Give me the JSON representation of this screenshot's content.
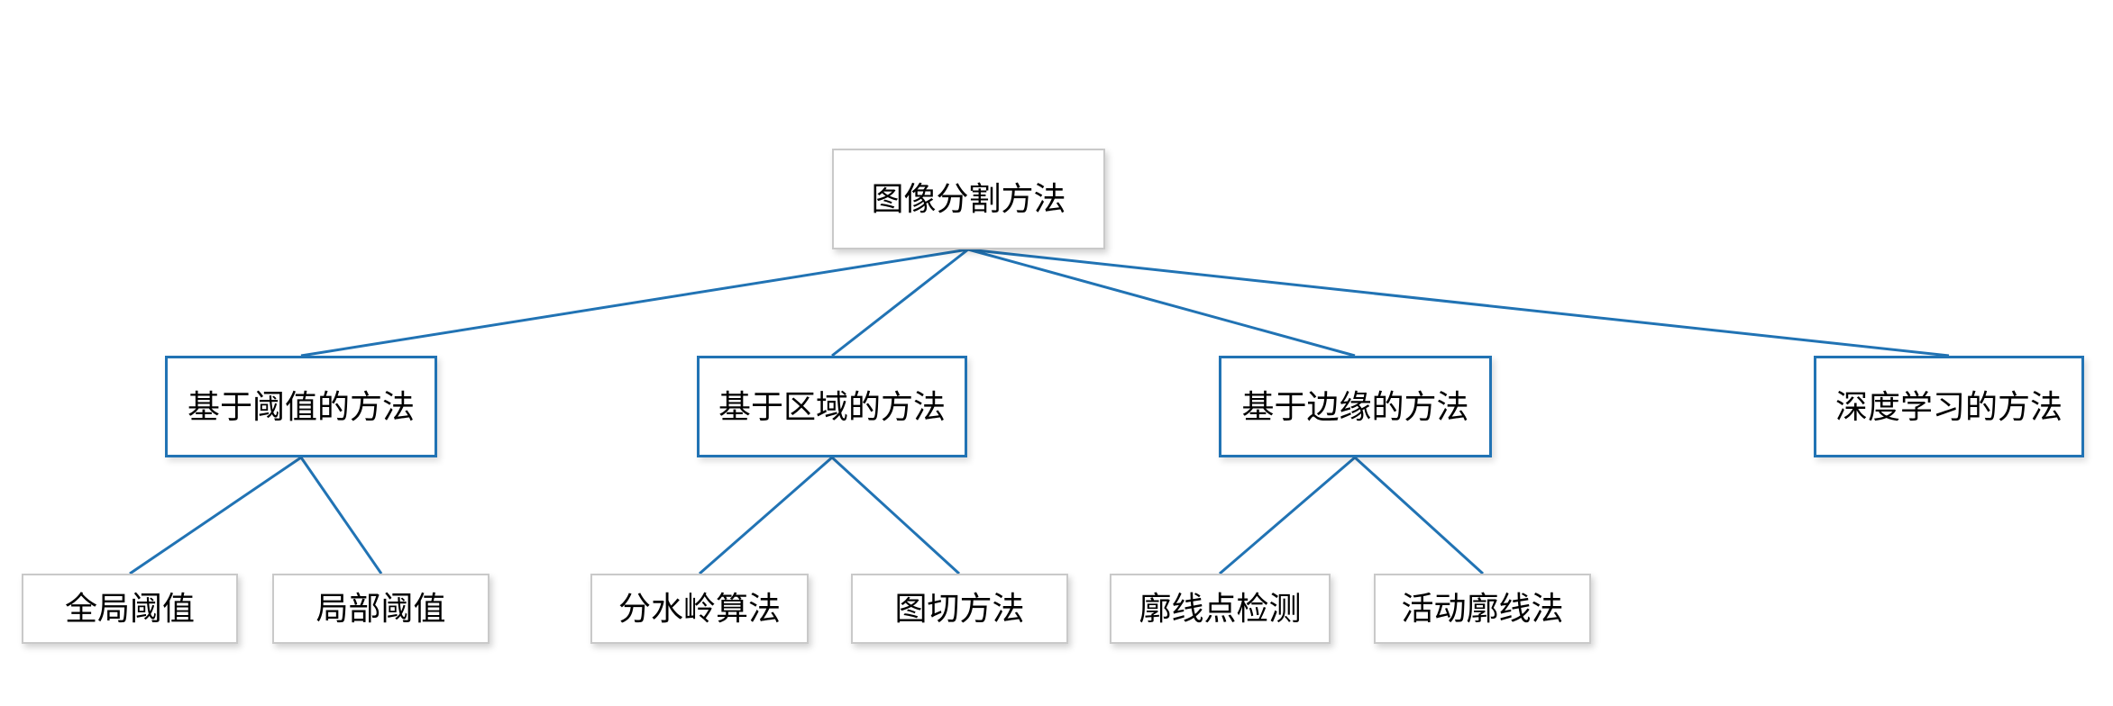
{
  "diagram": {
    "type": "tree",
    "tree": {
      "root": {
        "label": "图像分割方法",
        "children": [
          {
            "label": "基于阈值的方法",
            "children": [
              {
                "label": "全局阈值"
              },
              {
                "label": "局部阈值"
              }
            ]
          },
          {
            "label": "基于区域的方法",
            "children": [
              {
                "label": "分水岭算法"
              },
              {
                "label": "图切方法"
              }
            ]
          },
          {
            "label": "基于边缘的方法",
            "children": [
              {
                "label": "廓线点检测"
              },
              {
                "label": "活动廓线法"
              }
            ]
          },
          {
            "label": "深度学习的方法",
            "children": []
          }
        ]
      }
    }
  },
  "styles": {
    "connector_color": "#2173B4",
    "accent_border_color": "#2173B4",
    "plain_border_color": "#C9C9C9",
    "text_color": "#000000",
    "background_color": "#FFFFFF"
  }
}
